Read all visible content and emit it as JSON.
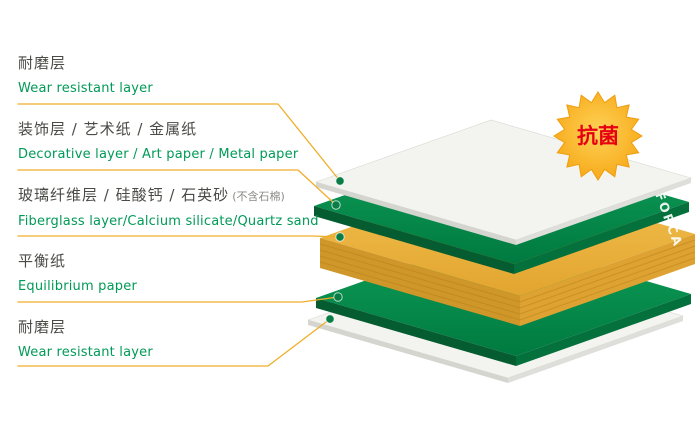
{
  "labels": [
    {
      "zh": "耐磨层",
      "en": "Wear resistant layer"
    },
    {
      "zh": "装饰层 / 艺术纸 / 金属纸",
      "en": "Decorative layer / Art paper / Metal paper"
    },
    {
      "zh": "玻璃纤维层 / 硅酸钙 / 石英砂",
      "note": "(不含石棉)",
      "en": "Fiberglass layer/Calcium silicate/Quartz sand"
    },
    {
      "zh": "平衡纸",
      "en": "Equilibrium paper"
    },
    {
      "zh": "耐磨层",
      "en": "Wear resistant layer"
    }
  ],
  "badge": {
    "text": "抗菌"
  },
  "brand": {
    "name": "FORCA"
  },
  "layers": [
    {
      "name": "wear-resistant-top",
      "fill": "#f3f3ef"
    },
    {
      "name": "decorative",
      "fill": "#0a8a4e"
    },
    {
      "name": "fiberglass-core",
      "fill": "#e9b13c"
    },
    {
      "name": "equilibrium",
      "fill": "#0a8a4e"
    },
    {
      "name": "wear-resistant-bottom",
      "fill": "#f3f3ef"
    }
  ],
  "colors": {
    "label_zh": "#4a4a46",
    "label_en": "#009a57",
    "leader_line": "#efae2a",
    "dot": "#0a7d46",
    "layer_green": "#0a8a4e",
    "layer_core_yellow": "#e9b13c",
    "layer_sheet_white": "#f3f3ef",
    "badge_fill": "#f6a91e",
    "badge_text": "#e60012",
    "brand_text": "#ffffff"
  }
}
